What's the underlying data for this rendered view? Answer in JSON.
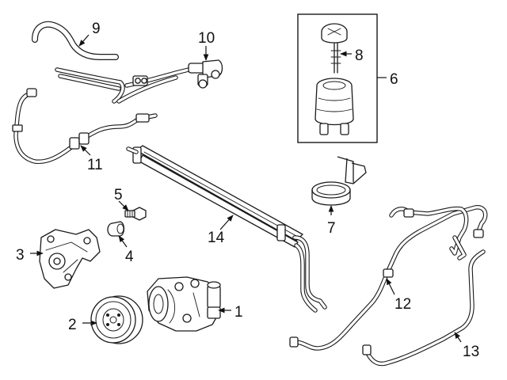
{
  "diagram": {
    "callouts": {
      "p1": "1",
      "p2": "2",
      "p3": "3",
      "p4": "4",
      "p5": "5",
      "p6": "6",
      "p7": "7",
      "p8": "8",
      "p9": "9",
      "p10": "10",
      "p11": "11",
      "p12": "12",
      "p13": "13",
      "p14": "14"
    }
  }
}
